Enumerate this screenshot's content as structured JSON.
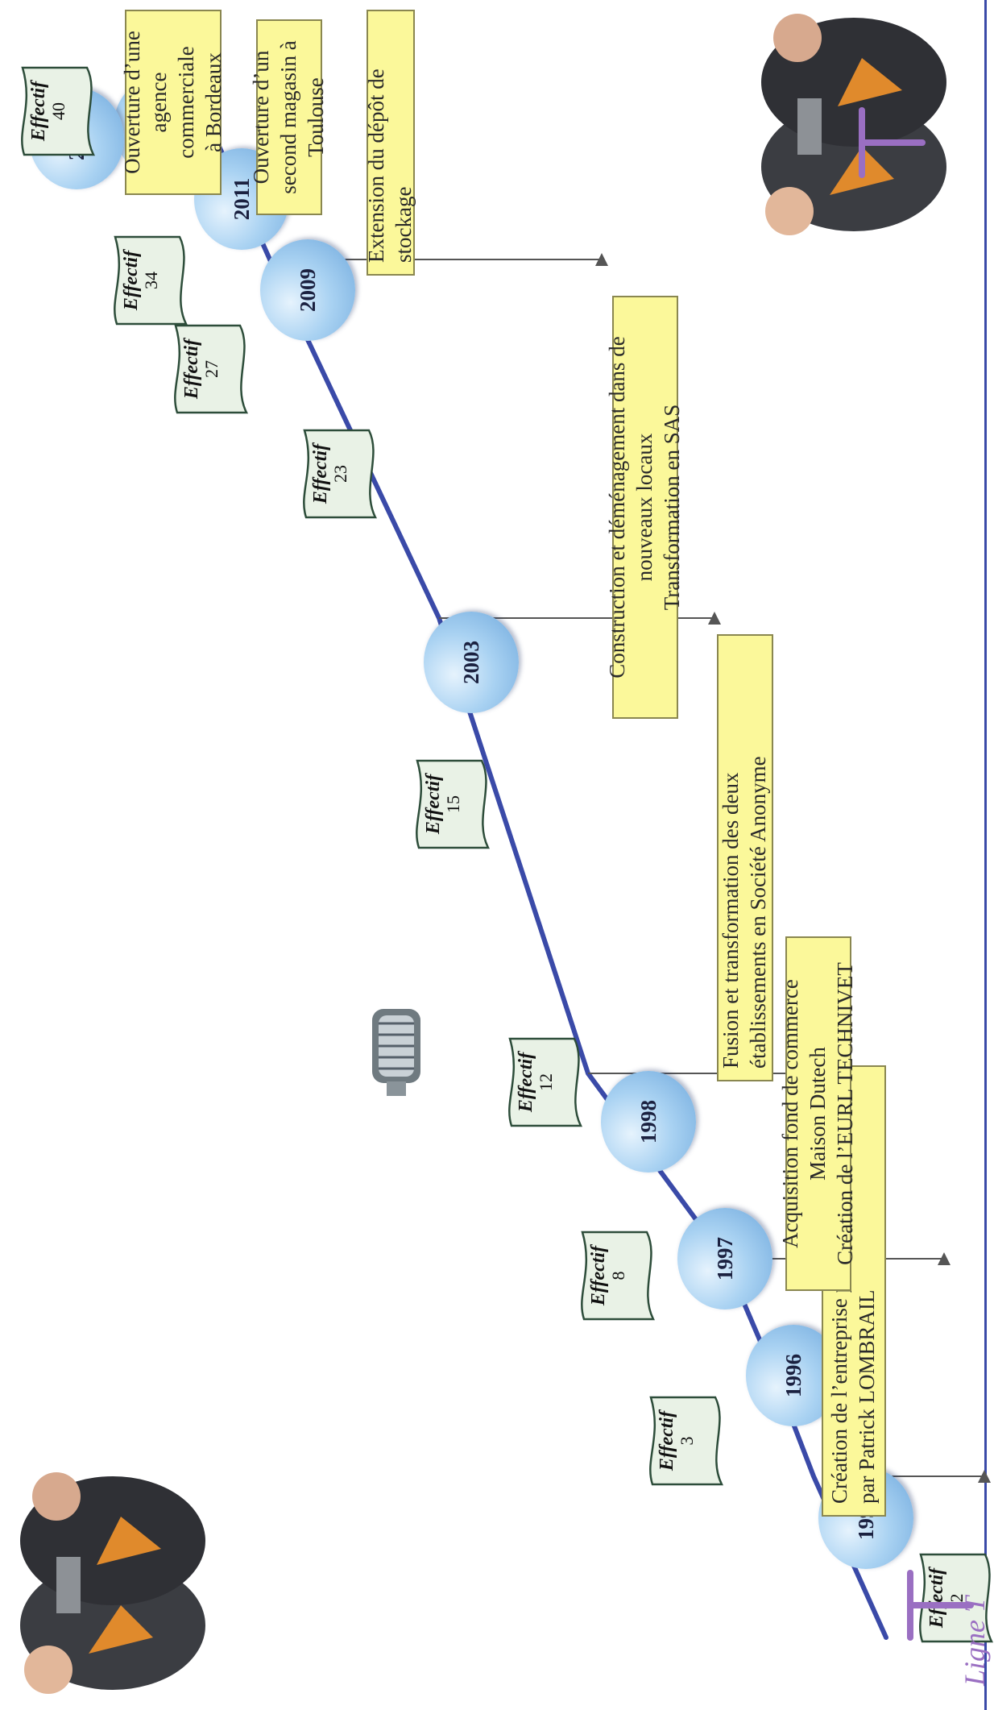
{
  "timeline": {
    "years": [
      "1990",
      "1996",
      "1997",
      "1998",
      "2003",
      "2009",
      "2011",
      "2012",
      "2013"
    ],
    "effectifs": [
      {
        "label": "Effectif",
        "value": "2"
      },
      {
        "label": "Effectif",
        "value": "3"
      },
      {
        "label": "Effectif",
        "value": "8"
      },
      {
        "label": "Effectif",
        "value": "12"
      },
      {
        "label": "Effectif",
        "value": "15"
      },
      {
        "label": "Effectif",
        "value": "23"
      },
      {
        "label": "Effectif",
        "value": "27"
      },
      {
        "label": "Effectif",
        "value": "34"
      },
      {
        "label": "Effectif",
        "value": "40"
      }
    ],
    "events": [
      {
        "line1": "Création  de l’entreprise personnelle Ligne T",
        "line2": "par Patrick  LOMBRAIL"
      },
      {
        "line1": "Acquisition fond de commerce Maison Dutech",
        "line2": "Création de l’EURL TECHNIVET"
      },
      {
        "line1": "Fusion et transformation des deux établissements en Société Anonyme",
        "line2": ""
      },
      {
        "line1": "Construction et déménagement dans de nouveaux locaux",
        "line2": "Transformation en SAS"
      },
      {
        "line1": "Extension du dépôt de stockage",
        "line2": ""
      },
      {
        "line1": "Ouverture d’un second magasin à",
        "line2": "Toulouse"
      },
      {
        "line1": "Ouverture d’une",
        "line2": "agence commerciale",
        "line3": "à Bordeaux"
      }
    ]
  },
  "brand": {
    "logo_text": "Ligne T"
  },
  "colors": {
    "timeline": "#3a4aa8",
    "node": "#8fc0ea",
    "event_box": "#fbf89a",
    "effectif_box": "#e9f2e6"
  }
}
